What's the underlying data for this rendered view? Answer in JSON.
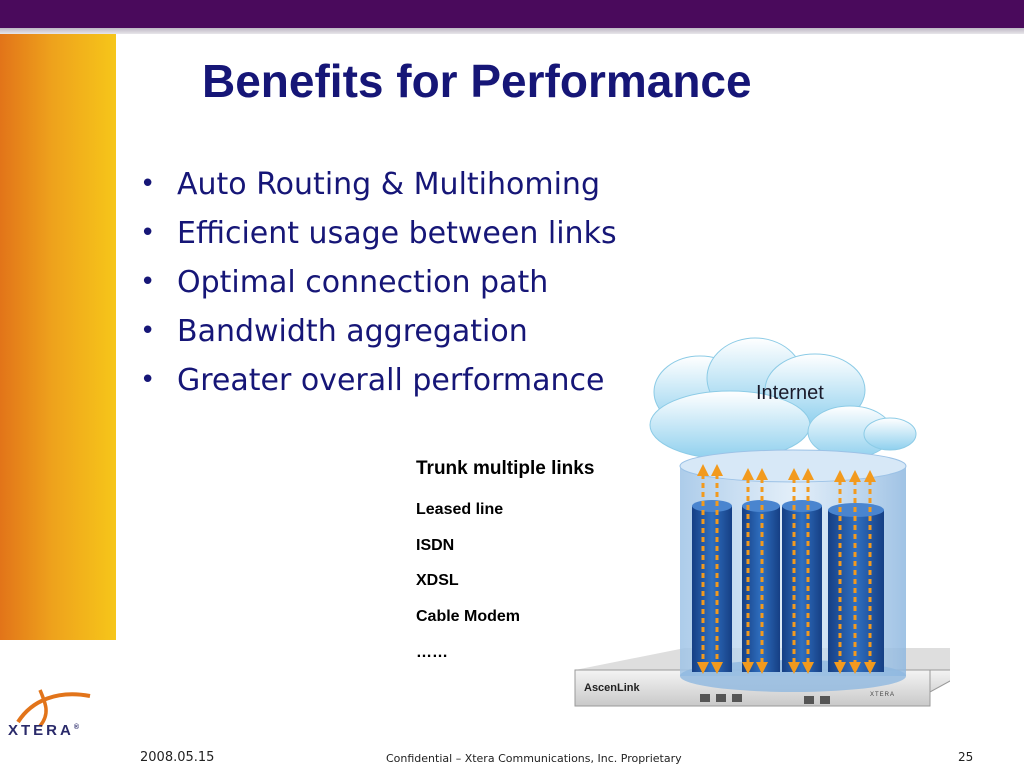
{
  "slide": {
    "title": "Benefits for Performance",
    "bullets": [
      "Auto Routing & Multihoming",
      "Efficient usage between links",
      "Optimal connection path",
      "Bandwidth aggregation",
      "Greater overall performance"
    ],
    "bullet_glyph": "•"
  },
  "diagram": {
    "cloud_label": "Internet",
    "device_brand": "AscenLink",
    "device_vendor": "XTERA",
    "links_title": "Trunk multiple links",
    "links": [
      "Leased line",
      "ISDN",
      "XDSL",
      "Cable Modem",
      "……"
    ]
  },
  "brand": {
    "logo_text": "XTERA",
    "logo_mark": "®"
  },
  "footer": {
    "date": "2008.05.15",
    "confidential": "Confidential – Xtera Communications, Inc. Proprietary",
    "page": "25"
  },
  "colors": {
    "top_bar": "#4a0a5c",
    "title_text": "#161677",
    "sidebar_start": "#e27419",
    "sidebar_end": "#f6c61a",
    "arrow": "#f29a1e",
    "tube": "#1e5aa8"
  }
}
